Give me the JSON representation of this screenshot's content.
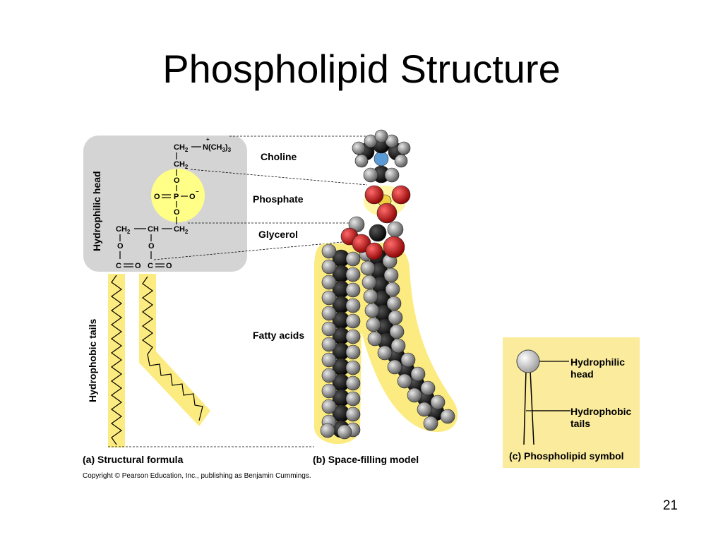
{
  "slide": {
    "title": "Phospholipid Structure",
    "page_number": "21",
    "copyright": "Copyright © Pearson Education, Inc., publishing as Benjamin Cummings."
  },
  "diagram": {
    "region_labels": {
      "head": "Hydrophilic head",
      "tails": "Hydrophobic tails"
    },
    "component_labels": {
      "choline": "Choline",
      "phosphate": "Phosphate",
      "glycerol": "Glycerol",
      "fatty_acids": "Fatty acids"
    },
    "atoms": {
      "ch2": "CH",
      "ch": "CH",
      "n": "N(CH",
      "sub2": "2",
      "sub3": "3",
      "plus": "+",
      "minus": "−",
      "o": "O",
      "p": "P",
      "c": "C"
    },
    "captions": {
      "a": "(a) Structural formula",
      "b": "(b) Space-filling model",
      "c": "(c) Phospholipid symbol"
    },
    "symbol_labels": {
      "head_line1": "Hydrophilic",
      "head_line2": "head",
      "tails_line1": "Hydrophobic",
      "tails_line2": "tails"
    },
    "colors": {
      "head_box": "#d4d4d4",
      "phosphate_highlight": "#ffff88",
      "tail_highlight": "#fbeb80",
      "symbol_box": "#fbeb9c",
      "oxygen": "#d41010",
      "hydrogen": "#9a9a9a",
      "carbon": "#111111",
      "nitrogen": "#5b9bd5",
      "phosphorus": "#f0d040"
    }
  }
}
